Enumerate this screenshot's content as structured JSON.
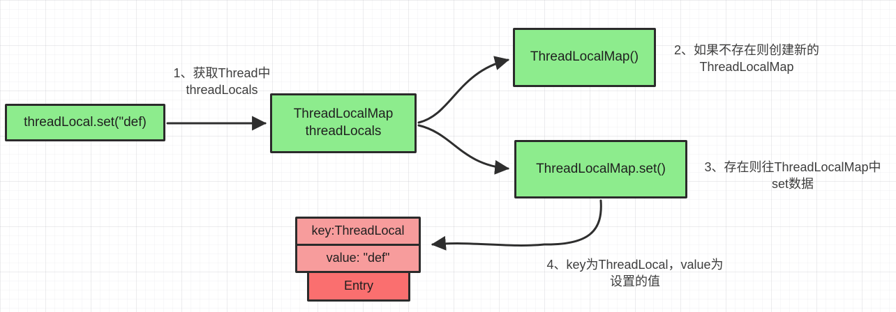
{
  "diagram": {
    "title_hint": "ThreadLocal set flow diagram",
    "colors": {
      "node_green": "#8dec8d",
      "node_pink": "#f79c9c",
      "node_red": "#fa6f6f",
      "border": "#2b2b2b",
      "arrow": "#2e2e2e",
      "annotation_text": "#3d3d3d"
    },
    "nodes": {
      "thread_local_set": {
        "label": "threadLocal.set(\"def)"
      },
      "thread_local_map": {
        "line1": "ThreadLocalMap",
        "line2": "threadLocals"
      },
      "thread_local_map_new": {
        "label": "ThreadLocalMap()"
      },
      "thread_local_map_set": {
        "label": "ThreadLocalMap.set()"
      },
      "entry_key": {
        "label": "key:ThreadLocal"
      },
      "entry_value": {
        "label": "value: \"def\""
      },
      "entry": {
        "label": "Entry"
      }
    },
    "annotations": {
      "step1": {
        "line1": "1、获取Thread中",
        "line2": "threadLocals"
      },
      "step2": {
        "line1": "2、如果不存在则创建新的",
        "line2": "ThreadLocalMap"
      },
      "step3": {
        "line1": "3、存在则往ThreadLocalMap中",
        "line2": "set数据"
      },
      "step4": {
        "line1": "4、key为ThreadLocal，value为",
        "line2": "设置的值"
      }
    },
    "arrows": [
      {
        "name": "set-to-map",
        "from": "thread_local_set",
        "to": "thread_local_map"
      },
      {
        "name": "map-to-new",
        "from": "thread_local_map",
        "to": "thread_local_map_new"
      },
      {
        "name": "map-to-setfn",
        "from": "thread_local_map",
        "to": "thread_local_map_set"
      },
      {
        "name": "setfn-to-entry",
        "from": "thread_local_map_set",
        "to": "entry_key"
      }
    ]
  }
}
